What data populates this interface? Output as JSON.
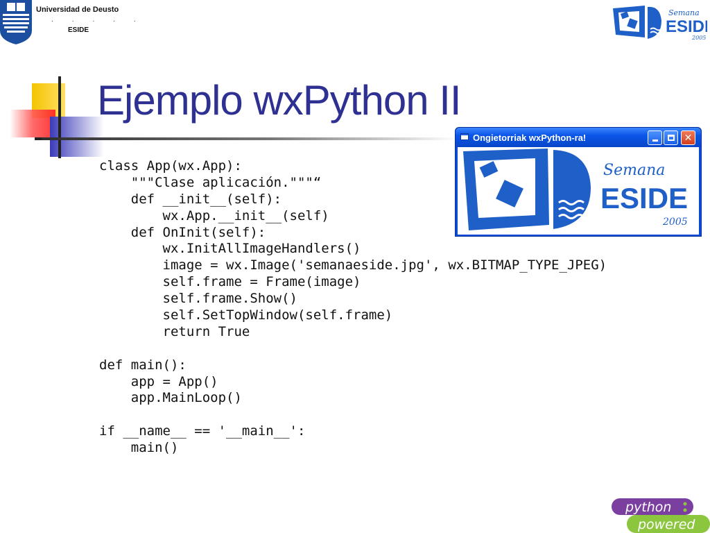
{
  "header": {
    "university": "Universidad de Deusto",
    "dots": ". . . . .",
    "faculty": "ESIDE"
  },
  "slide": {
    "title": "Ejemplo wxPython II",
    "code_lines": [
      "class App(wx.App):",
      "    \"\"\"Clase aplicación.\"\"\"“",
      "    def __init__(self):",
      "        wx.App.__init__(self)",
      "    def OnInit(self):",
      "        wx.InitAllImageHandlers()",
      "        image = wx.Image('semanaeside.jpg', wx.BITMAP_TYPE_JPEG)",
      "        self.frame = Frame(image)",
      "        self.frame.Show()",
      "        self.SetTopWindow(self.frame)",
      "        return True",
      "",
      "def main():",
      "    app = App()",
      "    app.MainLoop()",
      "",
      "if __name__ == '__main__':",
      "    main()"
    ]
  },
  "window": {
    "title": "Ongietorriak wxPython-ra!",
    "close_glyph": "✕"
  },
  "logo": {
    "semana_text": "Semana",
    "eside_text": "ESIDE",
    "year": "2005"
  },
  "footer_badge": {
    "line1": "python",
    "line2": "powered"
  },
  "colors": {
    "title": "#2e3192",
    "eside_blue": "#1f5fc8",
    "xp_blue": "#0a4bd8",
    "python_purple": "#7b3fa0",
    "python_green": "#8cc63f"
  }
}
